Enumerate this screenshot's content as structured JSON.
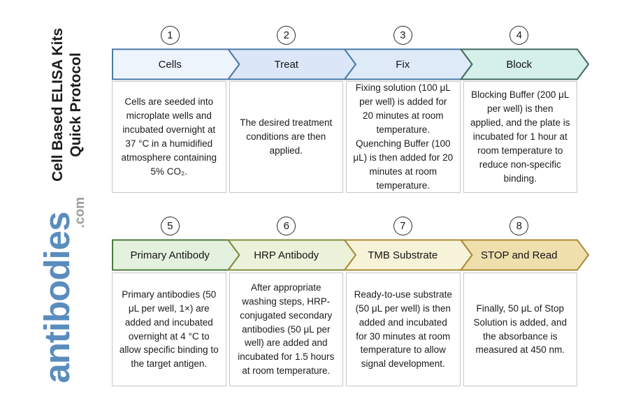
{
  "title": {
    "line1": "Cell Based ELISA Kits",
    "line2": "Quick Protocol"
  },
  "logo": {
    "name": "antibodies",
    "suffix": ".com",
    "name_color": "#5a8dbe",
    "suffix_color": "#9b9b9b"
  },
  "rows": [
    {
      "steps": [
        {
          "number": "1",
          "label": "Cells",
          "fill": "#eef4fb",
          "stroke": "#4a7aa9",
          "description": "Cells are seeded into microplate wells and incubated overnight at 37 °C in a humidified atmosphere containing 5% CO₂."
        },
        {
          "number": "2",
          "label": "Treat",
          "fill": "#dbe7f8",
          "stroke": "#4a7aa9",
          "description": "The desired treatment conditions are then applied."
        },
        {
          "number": "3",
          "label": "Fix",
          "fill": "#dfeaf9",
          "stroke": "#4a7aa9",
          "description": "Fixing solution (100 μL per well) is added for 20 minutes at room temperature. Quenching Buffer (100 μL) is then added for 20 minutes at room temperature."
        },
        {
          "number": "4",
          "label": "Block",
          "fill": "#d5efe9",
          "stroke": "#3f6a62",
          "description": "Blocking Buffer (200 μL per well) is then applied, and the plate is incubated for 1 hour at room temperature to reduce non-specific binding."
        }
      ]
    },
    {
      "steps": [
        {
          "number": "5",
          "label": "Primary Antibody",
          "fill": "#e4f1df",
          "stroke": "#4a7a3e",
          "description": "Primary antibodies (50 μL per well, 1×) are added and incubated overnight at 4 °C to allow specific binding to the target antigen."
        },
        {
          "number": "6",
          "label": "HRP Antibody",
          "fill": "#ecf2da",
          "stroke": "#7f8c3c",
          "description": "After appropriate washing steps, HRP-conjugated secondary antibodies (50 μL per well) are added and incubated for 1.5 hours at room temperature."
        },
        {
          "number": "7",
          "label": "TMB Substrate",
          "fill": "#f7f3d8",
          "stroke": "#a98a35",
          "description": "Ready-to-use substrate (50 μL per well) is then added and incubated for 30 minutes at room temperature to allow signal development."
        },
        {
          "number": "8",
          "label": "STOP and Read",
          "fill": "#eedfad",
          "stroke": "#a98a35",
          "description": "Finally, 50 μL of Stop Solution is added, and the absorbance is measured at 450 nm."
        }
      ]
    }
  ]
}
